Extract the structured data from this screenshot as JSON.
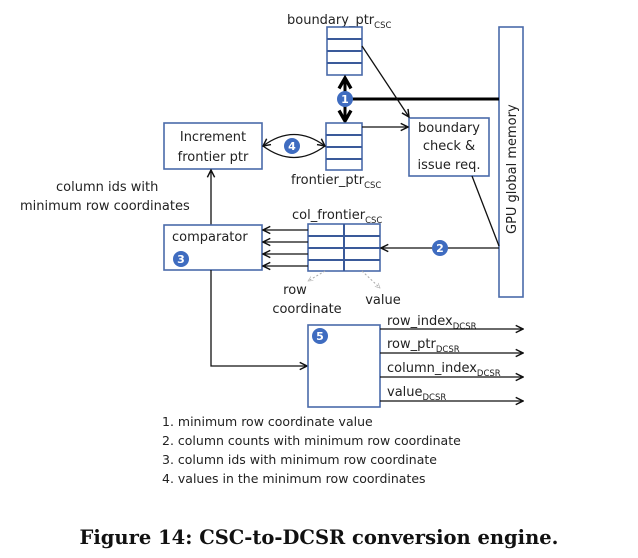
{
  "diagram": {
    "colors": {
      "box_border": "#4a6aaa",
      "badge_fill": "#3f6cc0",
      "line": "#111111"
    },
    "nodes": {
      "boundary_ptr": {
        "label": "boundary_ptr",
        "subscript": "CSC"
      },
      "frontier_ptr": {
        "label": "frontier_ptr",
        "subscript": "CSC"
      },
      "col_frontier": {
        "label": "col_frontier",
        "subscript": "CSC"
      },
      "increment": {
        "line1": "Increment",
        "line2": "frontier ptr"
      },
      "boundary_check": {
        "line1": "boundary",
        "line2": "check &",
        "line3": "issue req."
      },
      "gpu_memory": {
        "label": "GPU global memory"
      },
      "comparator": {
        "label": "comparator"
      },
      "row_coordinate": {
        "line1": "row",
        "line2": "coordinate"
      },
      "value": {
        "label": "value"
      },
      "column_ids_note": {
        "line1": "column ids with",
        "line2": "minimum row coordinates"
      }
    },
    "outputs": [
      {
        "label": "row_index",
        "subscript": "DCSR"
      },
      {
        "label": "row_ptr",
        "subscript": "DCSR"
      },
      {
        "label": "column_index",
        "subscript": "DCSR"
      },
      {
        "label": "value",
        "subscript": "DCSR"
      }
    ],
    "badges": [
      "1",
      "2",
      "3",
      "4",
      "5"
    ],
    "legend": [
      "1. minimum row coordinate value",
      "2. column counts with minimum row coordinate",
      "3. column ids with minimum row coordinate",
      "4. values in the minimum row coordinates"
    ],
    "caption": "Figure 14: CSC-to-DCSR conversion engine."
  }
}
